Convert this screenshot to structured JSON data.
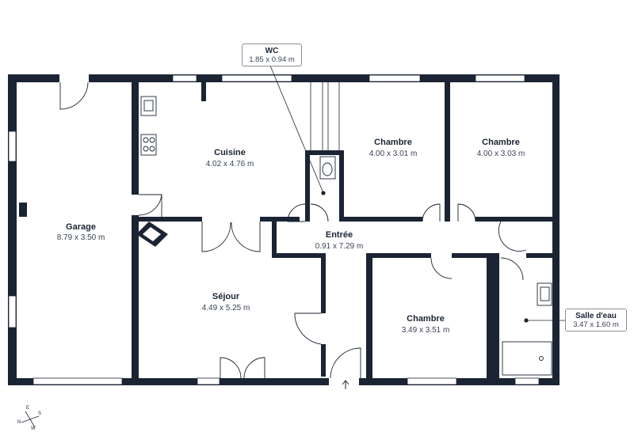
{
  "rooms": {
    "garage": {
      "name": "Garage",
      "dims": "8.79 x 3.50 m"
    },
    "cuisine": {
      "name": "Cuisine",
      "dims": "4.02 x 4.76 m"
    },
    "chambre1": {
      "name": "Chambre",
      "dims": "4.00 x 3.01 m"
    },
    "chambre2": {
      "name": "Chambre",
      "dims": "4.00 x 3.03 m"
    },
    "entree": {
      "name": "Entrée",
      "dims": "0.91 x 7.29 m"
    },
    "sejour": {
      "name": "Séjour",
      "dims": "4.49 x 5.25 m"
    },
    "chambre3": {
      "name": "Chambre",
      "dims": "3.49 x 3.51 m"
    }
  },
  "callouts": {
    "wc": {
      "name": "WC",
      "dims": "1.85 x 0.94 m"
    },
    "salle_eau": {
      "name": "Salle d'eau",
      "dims": "3.47 x 1.60 m"
    }
  },
  "compass": {
    "n": "N",
    "e": "E",
    "s": "S",
    "w": "W"
  },
  "colors": {
    "wall": "#1b2433",
    "window": "#ffffff",
    "line": "#6b7280"
  }
}
